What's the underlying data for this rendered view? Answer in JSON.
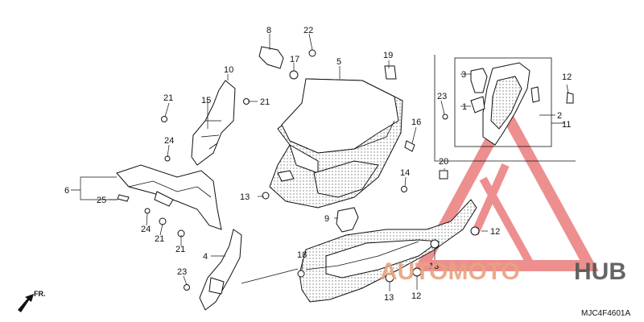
{
  "diagram": {
    "code": "MJC4F4601A",
    "direction_label": "FR.",
    "callouts": {
      "c1": "1",
      "c2": "2",
      "c3": "3",
      "c4": "4",
      "c5": "5",
      "c6": "6",
      "c8": "8",
      "c9": "9",
      "c10": "10",
      "c11": "11",
      "c12a": "12",
      "c12b": "12",
      "c12c": "12",
      "c13a": "13",
      "c13b": "13",
      "c13c": "13",
      "c14": "14",
      "c15": "15",
      "c16": "16",
      "c17": "17",
      "c18": "18",
      "c19": "19",
      "c20": "20",
      "c21a": "21",
      "c21b": "21",
      "c21c": "21",
      "c21d": "21",
      "c22": "22",
      "c23a": "23",
      "c23b": "23",
      "c24a": "24",
      "c24b": "24",
      "c25": "25"
    }
  },
  "watermark": {
    "word_part1": "AUTOMOTO",
    "word_part2": "HUB",
    "color_primary": "#e8a37f",
    "color_secondary": "#555555"
  }
}
